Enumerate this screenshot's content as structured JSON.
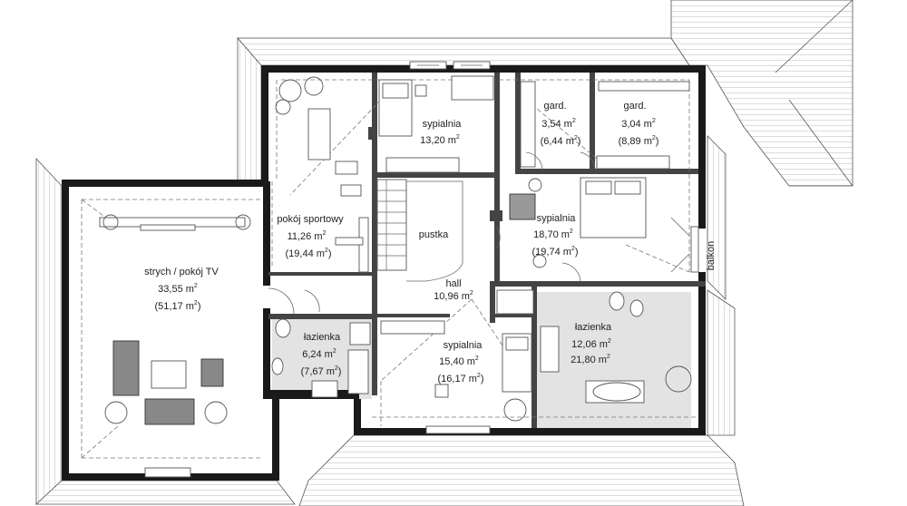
{
  "rooms": [
    {
      "name": "strych / pokój TV",
      "area": "33,55 m",
      "area2": "(51,17 m",
      "suffix": ")"
    },
    {
      "name": "pokój sportowy",
      "area": "11,26 m",
      "area2": "(19,44 m",
      "suffix": ")"
    },
    {
      "name": "sypialnia",
      "area": "13,20 m",
      "area2": "",
      "suffix": ""
    },
    {
      "name": "gard.",
      "area": "3,54 m",
      "area2": "(6,44 m",
      "suffix": ")"
    },
    {
      "name": "gard.",
      "area": "3,04 m",
      "area2": "(8,89 m",
      "suffix": ")"
    },
    {
      "name": "sypialnia",
      "area": "18,70 m",
      "area2": "(19,74 m",
      "suffix": ")"
    },
    {
      "name": "pustka",
      "area": "",
      "area2": "",
      "suffix": ""
    },
    {
      "name": "hall",
      "area": "10,96 m",
      "area2": "",
      "suffix": ""
    },
    {
      "name": "łazienka",
      "area": "6,24 m",
      "area2": "(7,67 m",
      "suffix": ")"
    },
    {
      "name": "sypialnia",
      "area": "15,40 m",
      "area2": "(16,17 m",
      "suffix": ")"
    },
    {
      "name": "łazienka",
      "area": "12,06 m",
      "area2": "21,80 m",
      "suffix": ""
    }
  ],
  "balcony_label": "balkon",
  "unit_exponent": "2"
}
